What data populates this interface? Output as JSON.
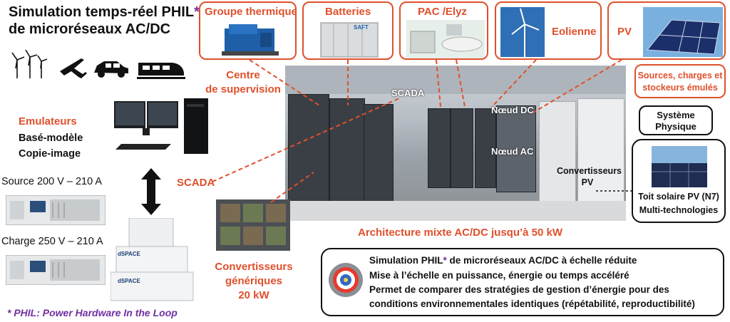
{
  "title": {
    "line1": "Simulation temps-réel PHIL",
    "asterisk": "*",
    "line2": "de microréseaux AC/DC"
  },
  "top_boxes": {
    "groupe": "Groupe thermique",
    "batteries": "Batteries",
    "pac": "PAC /Elyz",
    "eolienne": "Eolienne",
    "pv": "PV"
  },
  "labels": {
    "centre_line1": "Centre",
    "centre_line2": "de supervision",
    "scada_left": "SCADA",
    "scada_photo": "SCADA",
    "noeud_dc": "Nœud DC",
    "noeud_ac": "Nœud AC",
    "convertisseurs_pv_line1": "Convertisseurs",
    "convertisseurs_pv_line2": "PV",
    "sources_line1": "Sources, charges et",
    "sources_line2": "stockeurs émulés",
    "systeme_line1": "Système",
    "systeme_line2": "Physique",
    "toit_line1": "Toit solaire PV (N7)",
    "toit_line2": "Multi-technologies",
    "emulateurs": "Emulateurs",
    "base_modele": "Basé-modèle",
    "copie_image": "Copie-image",
    "source": "Source 200 V – 210 A",
    "charge": "Charge 250 V – 210 A",
    "conv_gen_line1": "Convertisseurs",
    "conv_gen_line2": "génériques",
    "conv_gen_line3": "20 kW",
    "architecture": "Architecture mixte AC/DC jusqu’à 50 kW",
    "phil_footnote": "* PHIL:  Power Hardware In the Loop",
    "dspace_1": "dSPACE",
    "dspace_2": "dSPACE",
    "saft": "SAFT"
  },
  "bottom_box": {
    "line1_pre": "Simulation PHIL",
    "line1_ast": "*",
    "line1_post": " de microréseaux AC/DC à échelle réduite",
    "line2": "Mise à l’échelle en puissance, énergie ou temps accéléré",
    "line3": "Permet de comparer des stratégies de gestion d’énergie pour des",
    "line4": "conditions environnementales identiques (répétabilité, reproductibilité)"
  },
  "icons": [
    "wind-turbine-icon",
    "airplane-icon",
    "car-icon",
    "train-icon",
    "target-icon",
    "double-arrow-icon"
  ],
  "colors": {
    "accent": "#e0502c",
    "purple": "#7030a0",
    "text": "#111111"
  }
}
